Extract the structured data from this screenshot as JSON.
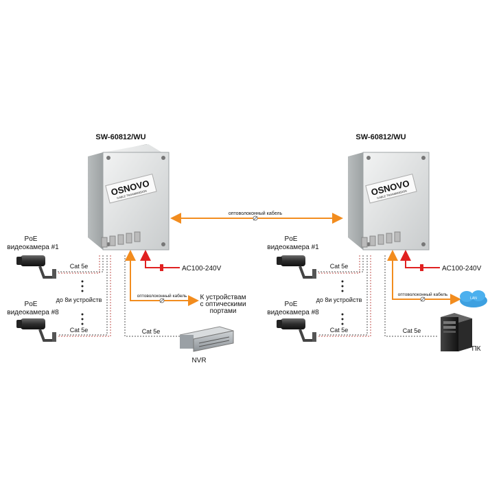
{
  "colors": {
    "optical": "#f28c1e",
    "power": "#e02020",
    "cat5e": "#8a8a8a",
    "cloud": "#3da0e0"
  },
  "left": {
    "model": "SW-60812/WU",
    "brand": "OSNOVO",
    "brand_sub": "CABLE TRANSMISSION",
    "cam1_label_a": "PoE",
    "cam1_label_b": "видеокамера #1",
    "cam8_label_a": "PoE",
    "cam8_label_b": "видеокамера #8",
    "cat5e_1": "Cat 5e",
    "cat5e_2": "Cat 5e",
    "cat5e_nvr": "Cat 5e",
    "up_to": "до 8и устройств",
    "power": "AC100-240V",
    "fiber_label": "оптоволоконный кабель",
    "optic_devices_1": "К устройствам",
    "optic_devices_2": "с оптическими",
    "optic_devices_3": "портами",
    "nvr": "NVR"
  },
  "center": {
    "fiber_label": "оптоволоконный кабель"
  },
  "right": {
    "model": "SW-60812/WU",
    "brand": "OSNOVO",
    "brand_sub": "CABLE TRANSMISSION",
    "cam1_label_a": "PoE",
    "cam1_label_b": "видеокамера #1",
    "cam8_label_a": "PoE",
    "cam8_label_b": "видеокамера #8",
    "cat5e_1": "Cat 5e",
    "cat5e_2": "Cat 5e",
    "cat5e_pc": "Cat 5e",
    "up_to": "до 8и устройств",
    "power": "AC100-240V",
    "fiber_label": "оптоволоконный кабель",
    "cloud": "LAN",
    "pc": "ПК"
  }
}
